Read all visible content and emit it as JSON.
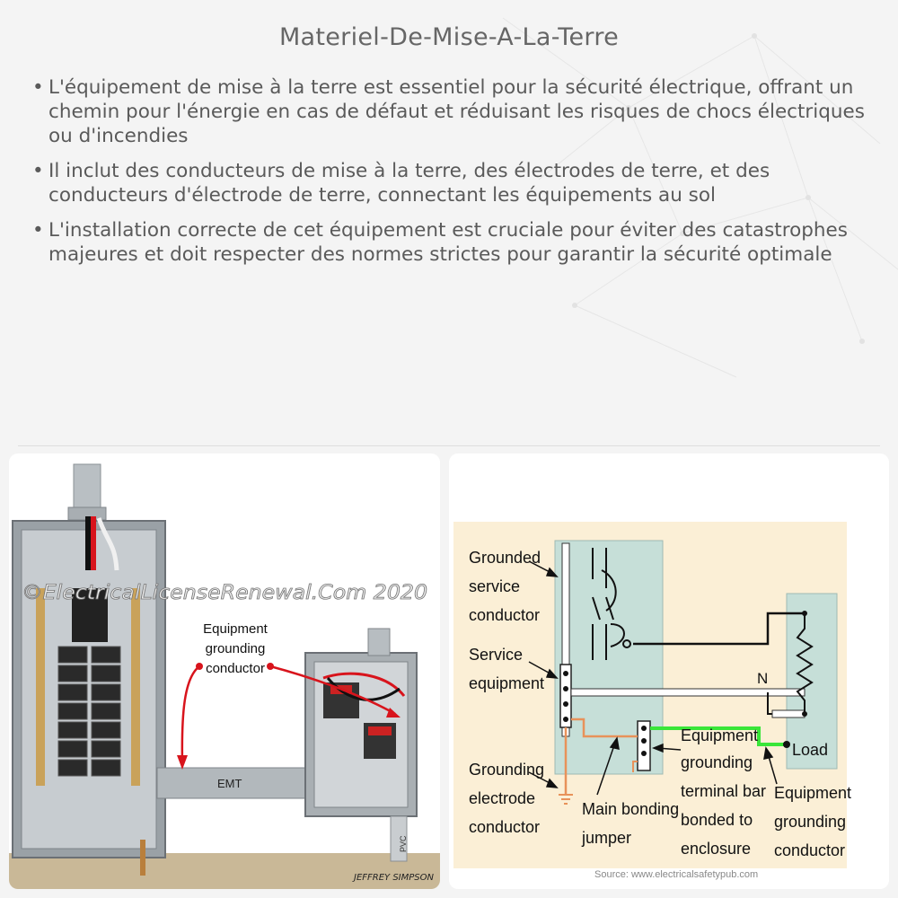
{
  "title": "Materiel-De-Mise-A-La-Terre",
  "bullets": [
    "L'équipement de mise à la terre est essentiel pour la sécurité électrique, offrant un chemin pour l'énergie en cas de défaut et réduisant les risques de chocs électriques ou d'incendies",
    "Il inclut des conducteurs de mise à la terre, des électrodes de terre, et des conducteurs d'électrode de terre, connectant les équipements au sol",
    "L'installation correcte de cet équipement est cruciale pour éviter des catastrophes majeures et doit respecter des normes strictes pour garantir la sécurité optimale"
  ],
  "left_image": {
    "watermark": "©ElectricalLicenseRenewal.Com 2020",
    "label_egc_1": "Equipment",
    "label_egc_2": "grounding",
    "label_egc_3": "conductor",
    "label_emt": "EMT",
    "label_pvc": "PVC",
    "signature": "JEFFREY SIMPSON"
  },
  "right_image": {
    "grounded_1": "Grounded",
    "grounded_2": "service",
    "grounded_3": "conductor",
    "service_1": "Service",
    "service_2": "equipment",
    "gec_1": "Grounding",
    "gec_2": "electrode",
    "gec_3": "conductor",
    "mbj_1": "Main bonding",
    "mbj_2": "jumper",
    "etb_1": "Equipment",
    "etb_2": "grounding",
    "etb_3": "terminal bar",
    "etb_4": "bonded to",
    "etb_5": "enclosure",
    "egc_1": "Equipment",
    "egc_2": "grounding",
    "egc_3": "conductor",
    "neutral": "N",
    "load": "Load",
    "source": "Source: www.electricalsafetypub.com"
  },
  "colors": {
    "diagram_bg": "#fbefd6",
    "service_box": "#c6dfd8",
    "ground_green": "#39e639",
    "bonding_orange": "#e8925a",
    "wire_red": "#d8141c"
  }
}
